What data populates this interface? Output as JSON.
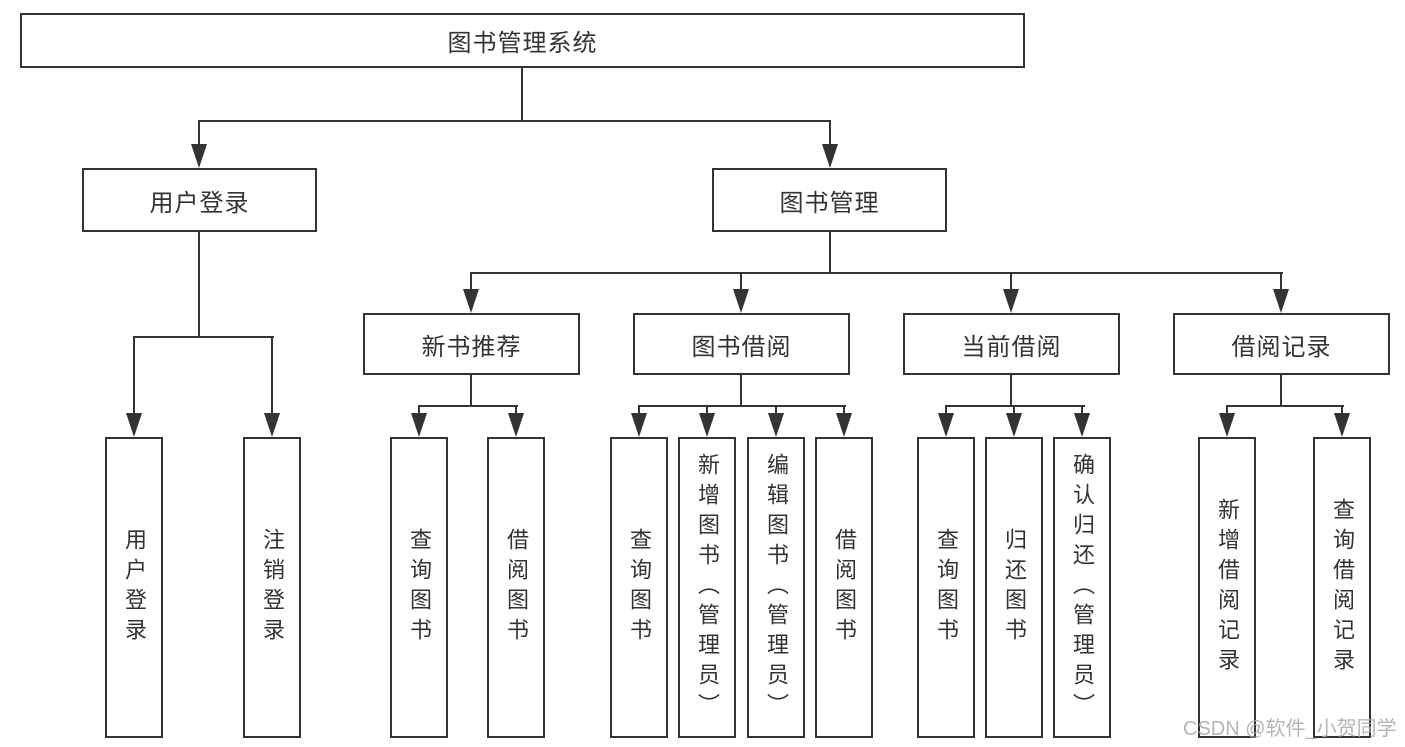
{
  "diagram": {
    "root": "图书管理系统",
    "level2": {
      "user_login": "用户登录",
      "book_management": "图书管理"
    },
    "level3": {
      "new_books": "新书推荐",
      "book_borrow": "图书借阅",
      "current_borrow": "当前借阅",
      "borrow_records": "借阅记录"
    },
    "leaves": {
      "login": "用户登录",
      "logout": "注销登录",
      "nb_query": "查询图书",
      "nb_borrow": "借阅图书",
      "bb_query": "查询图书",
      "bb_add": "新增图书（管理员）",
      "bb_edit": "编辑图书（管理员）",
      "bb_borrow": "借阅图书",
      "cb_query": "查询图书",
      "cb_return": "归还图书",
      "cb_confirm": "确认归还（管理员）",
      "br_add": "新增借阅记录",
      "br_query": "查询借阅记录"
    },
    "colors": {
      "line": "#333333",
      "box_border": "#333333",
      "text": "#333333",
      "watermark": "#a8a8a8",
      "background": "#ffffff"
    }
  },
  "watermark": "CSDN @软件_小贺同学"
}
